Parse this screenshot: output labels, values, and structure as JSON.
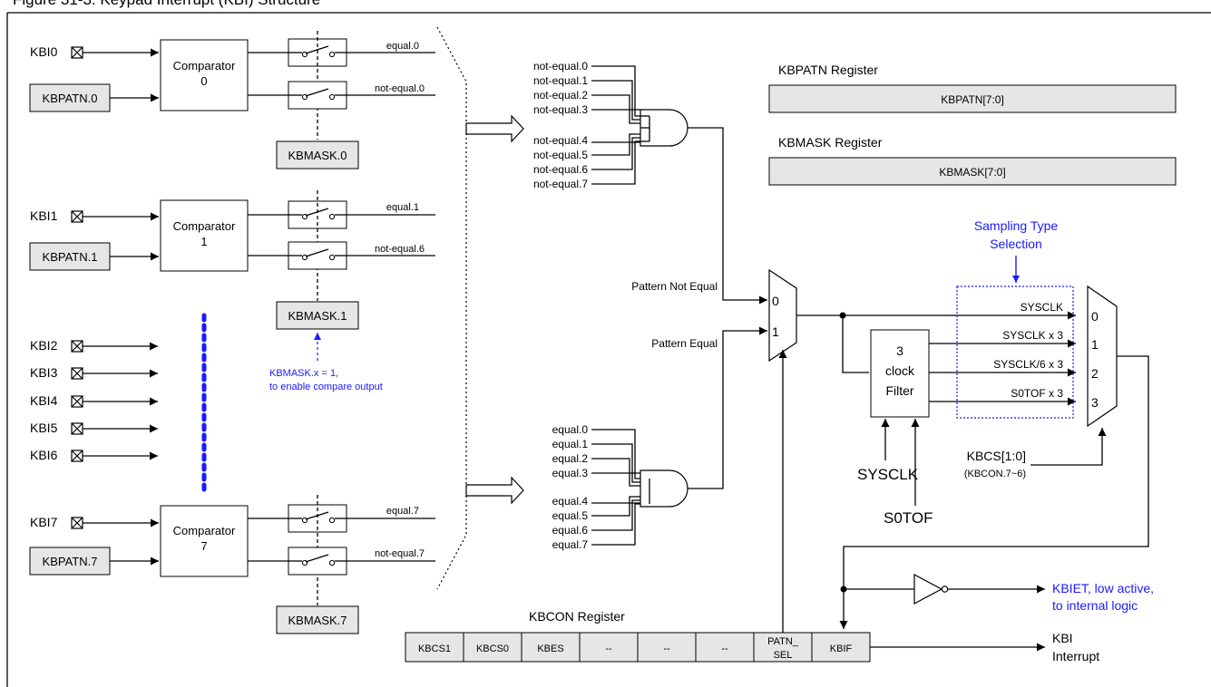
{
  "figure_caption": "Figure 31-3. Keypad Interrupt (KBI) Structure",
  "inputs": {
    "kbi0": "KBI0",
    "kbi1": "KBI1",
    "kbi2": "KBI2",
    "kbi3": "KBI3",
    "kbi4": "KBI4",
    "kbi5": "KBI5",
    "kbi6": "KBI6",
    "kbi7": "KBI7"
  },
  "pattern_regs": {
    "p0": "KBPATN.0",
    "p1": "KBPATN.1",
    "p7": "KBPATN.7"
  },
  "comparators": {
    "label": "Comparator",
    "c0": "0",
    "c1": "1",
    "c7": "7"
  },
  "mask_regs": {
    "m0": "KBMASK.0",
    "m1": "KBMASK.1",
    "m7": "KBMASK.7"
  },
  "switch_outputs": {
    "eq0": "equal.0",
    "neq0": "not-equal.0",
    "eq1": "equal.1",
    "neq1": "not-equal.6",
    "eq7": "equal.7",
    "neq7": "not-equal.7"
  },
  "mask_note": {
    "line1": "KBMASK.x = 1,",
    "line2": "to enable compare output"
  },
  "not_equal_inputs": [
    "not-equal.0",
    "not-equal.1",
    "not-equal.2",
    "not-equal.3",
    "not-equal.4",
    "not-equal.5",
    "not-equal.6",
    "not-equal.7"
  ],
  "equal_inputs": [
    "equal.0",
    "equal.1",
    "equal.2",
    "equal.3",
    "equal.4",
    "equal.5",
    "equal.6",
    "equal.7"
  ],
  "registers": {
    "kbpatn_title": "KBPATN Register",
    "kbpatn_value": "KBPATN[7:0]",
    "kbmask_title": "KBMASK Register",
    "kbmask_value": "KBMASK[7:0]"
  },
  "mux1": {
    "in0_label": "Pattern Not Equal",
    "in1_label": "Pattern Equal",
    "sel0": "0",
    "sel1": "1"
  },
  "filter": {
    "line1": "3",
    "line2": "clock",
    "line3": "Filter",
    "clk": "SYSCLK",
    "s0tof": "S0TOF"
  },
  "sampling": {
    "title_line1": "Sampling Type",
    "title_line2": "Selection",
    "opt0": "SYSCLK",
    "opt1": "SYSCLK x 3",
    "opt2": "SYSCLK/6 x 3",
    "opt3": "S0TOF x 3",
    "sel0": "0",
    "sel1": "1",
    "sel2": "2",
    "sel3": "3"
  },
  "kbcs": {
    "label": "KBCS[1:0]",
    "sub": "(KBCON.7~6)"
  },
  "output": {
    "kbiet_line1": "KBIET, low active,",
    "kbiet_line2": "to internal logic",
    "kbi_line1": "KBI",
    "kbi_line2": "Interrupt"
  },
  "kbcon": {
    "title": "KBCON Register",
    "cells": [
      "KBCS1",
      "KBCS0",
      "KBES",
      "--",
      "--",
      "--",
      "PATN_",
      "KBIF"
    ],
    "patn_line2": "SEL"
  },
  "colors": {
    "accent_blue": "#1a1aff",
    "register_fill": "#e6e6e6"
  }
}
